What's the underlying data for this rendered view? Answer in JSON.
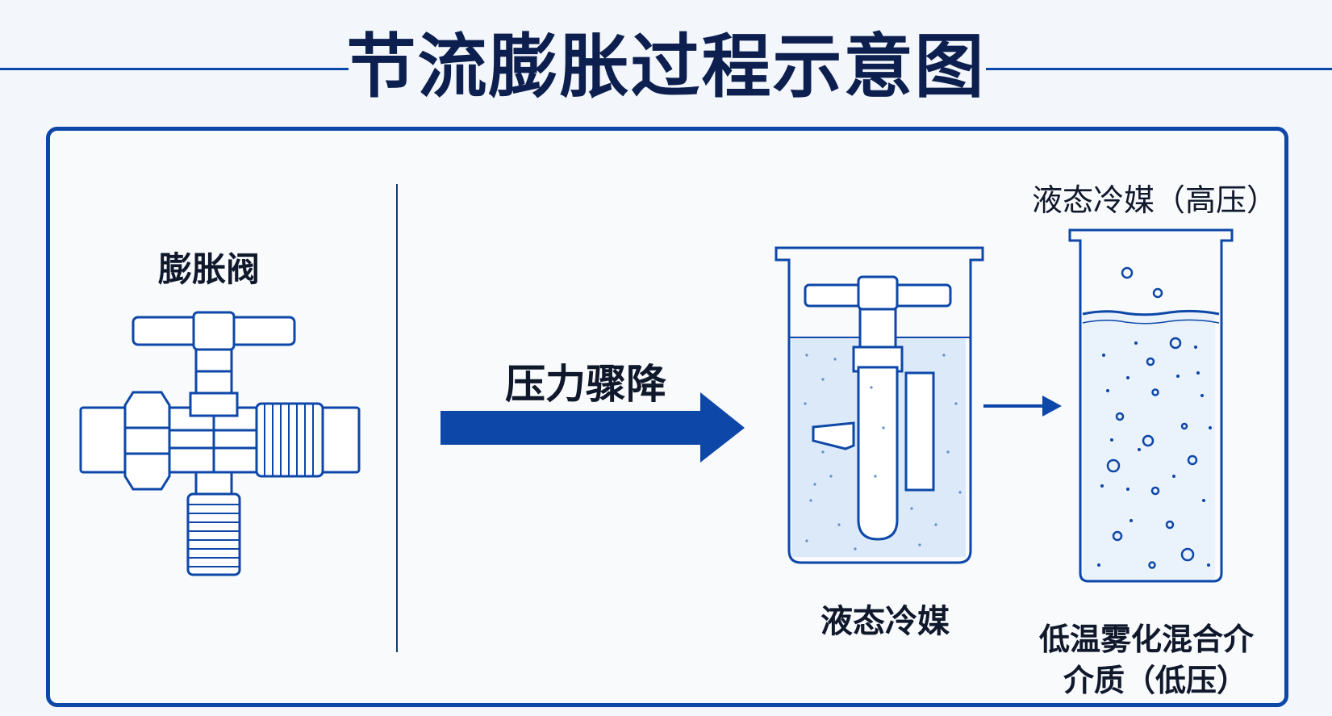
{
  "title": "节流膨胀过程示意图",
  "labels": {
    "valve": "膨胀阀",
    "pressure_drop": "压力骤降",
    "liquid_refrigerant": "液态冷媒",
    "liquid_refrigerant_high": "液态冷媒（高压）",
    "mixture_line1": "低温雾化混合介",
    "mixture_line2": "介质（低压）"
  },
  "colors": {
    "accent": "#0d47a8",
    "title": "#0c1f4f",
    "liquid": "#dbe9f8"
  }
}
